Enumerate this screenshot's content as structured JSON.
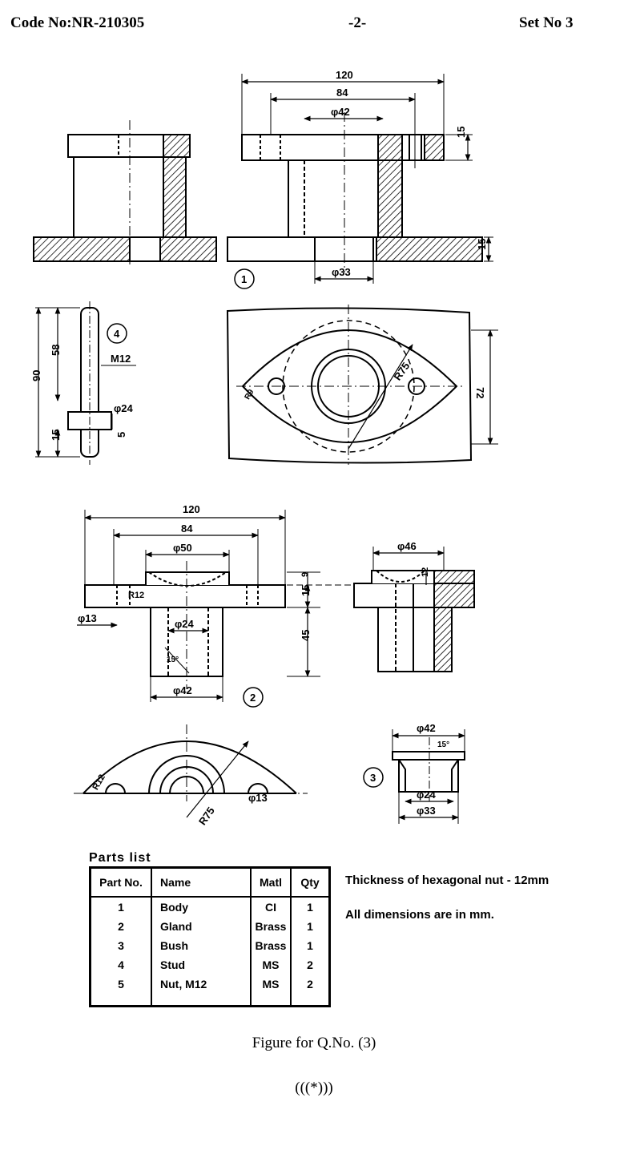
{
  "header": {
    "code": "Code No:NR-210305",
    "page": "-2-",
    "set": "Set No 3"
  },
  "drawing": {
    "part_labels": [
      "1",
      "2",
      "3",
      "4"
    ],
    "view1_dims": {
      "overall": "120",
      "bolt_pcd": "84",
      "bore": "φ42",
      "base_bore": "φ33",
      "flange": "15",
      "base": "15"
    },
    "view_top_dims": {
      "radius": "R75",
      "height": "72",
      "corner_r": "R9"
    },
    "stud_dims": {
      "length": "90",
      "thread_len": "58",
      "thread": "M12",
      "collar": "φ24",
      "end": "15",
      "collar_t": "5"
    },
    "gland_dims": {
      "overall": "120",
      "pcd": "84",
      "recess": "φ50",
      "fillet": "R12",
      "hole": "φ13",
      "spigot": "φ24",
      "outer": "φ42",
      "flange": "15",
      "step": "9",
      "length": "45",
      "angle": "15°"
    },
    "gland_side_dims": {
      "dia": "φ46",
      "step": "12"
    },
    "gland_plan_dims": {
      "radius": "R75",
      "hole": "φ13",
      "corner_r": "R12"
    },
    "bush_dims": {
      "head": "φ42",
      "bore": "φ24",
      "outer": "φ33",
      "angle": "15°"
    }
  },
  "parts_list": {
    "title": "Parts list",
    "columns": [
      "Part No.",
      "Name",
      "Matl",
      "Qty"
    ],
    "rows": [
      [
        "1",
        "Body",
        "CI",
        "1"
      ],
      [
        "2",
        "Gland",
        "Brass",
        "1"
      ],
      [
        "3",
        "Bush",
        "Brass",
        "1"
      ],
      [
        "4",
        "Stud",
        "MS",
        "2"
      ],
      [
        "5",
        "Nut, M12",
        "MS",
        "2"
      ]
    ]
  },
  "notes": [
    "Thickness of hexagonal nut - 12mm",
    "All dimensions are in mm."
  ],
  "caption": "Figure for Q.No. (3)",
  "end_mark": "(((*)))"
}
